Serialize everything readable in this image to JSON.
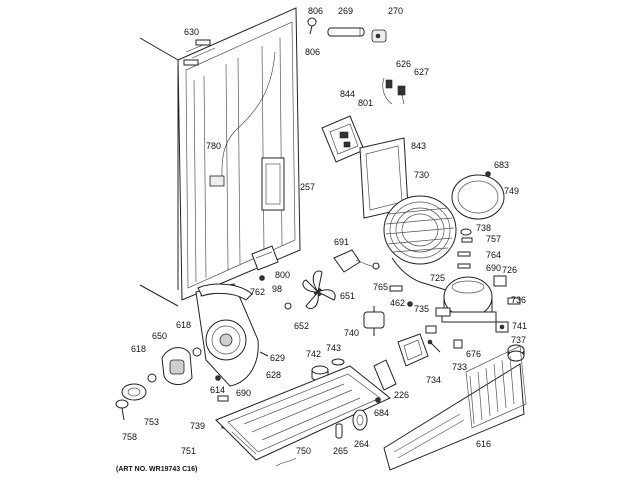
{
  "diagram": {
    "art_number": "(ART NO. WR19743 C16)",
    "part_labels": [
      "806",
      "269",
      "270",
      "630",
      "806",
      "626",
      "627",
      "844",
      "801",
      "843",
      "683",
      "780",
      "730",
      "749",
      "257",
      "738",
      "757",
      "691",
      "764",
      "690",
      "726",
      "800",
      "765",
      "725",
      "98",
      "762",
      "462",
      "736",
      "651",
      "652",
      "735",
      "741",
      "618",
      "740",
      "737",
      "650",
      "629",
      "742",
      "743",
      "676",
      "618",
      "628",
      "733",
      "734",
      "614",
      "690",
      "226",
      "753",
      "684",
      "739",
      "758",
      "751",
      "750",
      "265",
      "264",
      "616"
    ]
  }
}
